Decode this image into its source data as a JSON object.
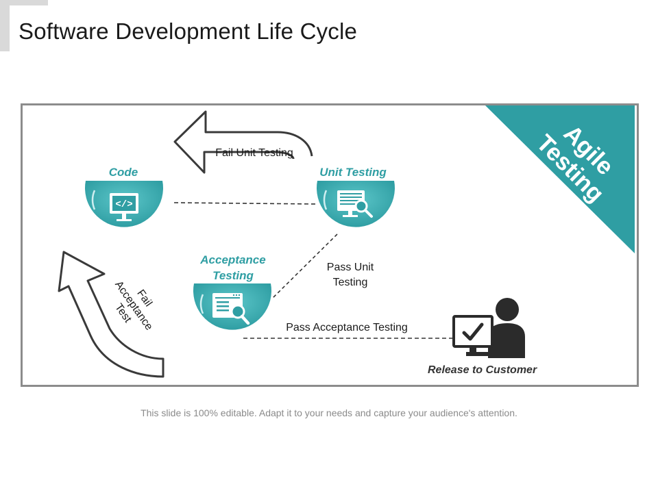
{
  "title": "Software Development Life Cycle",
  "corner_badge": "Agile Testing",
  "nodes": {
    "code": "Code",
    "unit_testing": "Unit Testing",
    "acceptance_testing": "Acceptance Testing",
    "release": "Release to Customer"
  },
  "edges": {
    "fail_unit": "Fail Unit Testing",
    "fail_acceptance": "Fail Acceptance Test",
    "pass_unit": "Pass Unit Testing",
    "pass_acceptance": "Pass Acceptance Testing"
  },
  "footer": "This slide is 100% editable. Adapt it to your needs and capture your audience's attention.",
  "colors": {
    "teal": "#2f9ea3",
    "teal_dark": "#2a8b8f",
    "frame": "#8c8c8c",
    "icon_dark": "#2b2b2b"
  },
  "icons": [
    "code-monitor-icon",
    "data-search-monitor-icon",
    "window-search-icon",
    "person-monitor-check-icon"
  ]
}
